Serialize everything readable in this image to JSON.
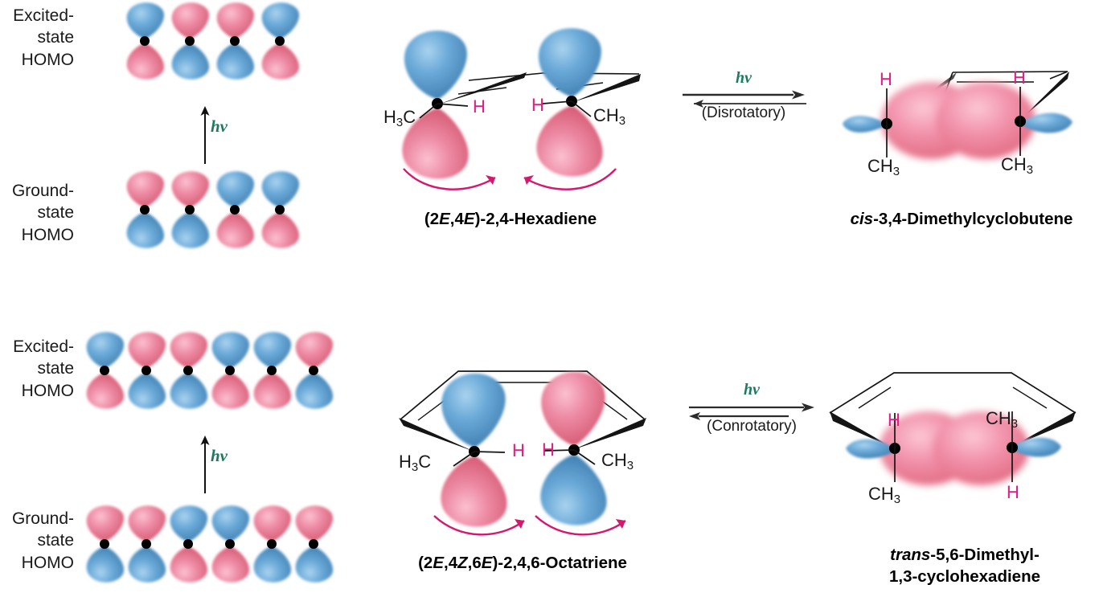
{
  "figure": {
    "title": "Photochemical electrocyclic reactions - HOMO analysis",
    "colors": {
      "lobe_blue": "#5e9ed0",
      "lobe_pink": "#e8718f",
      "hv_green": "#1e7a5e",
      "label_pink": "#e01e84",
      "arrow_pink": "#d4186f",
      "bond_black": "#141414"
    }
  },
  "panels": {
    "top": {
      "orbital_diagram": {
        "excited_label": "Excited-\nstate\nHOMO",
        "ground_label": "Ground-\nstate\nHOMO",
        "hv_label": "hν",
        "excited_state_top_lobes": [
          "blue",
          "pink",
          "pink",
          "blue"
        ],
        "ground_state_top_lobes": [
          "pink",
          "pink",
          "blue",
          "blue"
        ],
        "orbital_count": 4
      },
      "reactant": {
        "caption_prefix": "(2",
        "caption": "(2E,4E)-2,4-Hexadiene",
        "left_substituent": "H3C",
        "left_h": "H",
        "right_substituent": "CH3",
        "right_h": "H",
        "left_top_lobe": "blue",
        "left_bottom_lobe": "pink",
        "right_top_lobe": "blue",
        "right_bottom_lobe": "pink",
        "rotation": "disrotatory"
      },
      "arrow": {
        "top_label": "hν",
        "bottom_label": "(Disrotatory)"
      },
      "product": {
        "caption": "cis-3,4-Dimethylcyclobutene",
        "caption_italic_part": "cis",
        "caption_rest": "-3,4-Dimethylcyclobutene",
        "left_up": "H",
        "left_down": "CH3",
        "right_up": "H",
        "right_down": "CH3"
      }
    },
    "bottom": {
      "orbital_diagram": {
        "excited_label": "Excited-\nstate\nHOMO",
        "ground_label": "Ground-\nstate\nHOMO",
        "hv_label": "hν",
        "excited_state_top_lobes": [
          "blue",
          "pink",
          "pink",
          "blue",
          "blue",
          "pink"
        ],
        "ground_state_top_lobes": [
          "pink",
          "pink",
          "blue",
          "blue",
          "pink",
          "pink"
        ],
        "orbital_count": 6
      },
      "reactant": {
        "caption": "(2E,4Z,6E)-2,4,6-Octatriene",
        "left_substituent": "H3C",
        "left_h": "H",
        "right_substituent": "CH3",
        "right_h": "H",
        "left_top_lobe": "blue",
        "left_bottom_lobe": "pink",
        "right_top_lobe": "pink",
        "right_bottom_lobe": "blue",
        "rotation": "conrotatory"
      },
      "arrow": {
        "top_label": "hν",
        "bottom_label": "(Conrotatory)"
      },
      "product": {
        "caption_line1": "trans-5,6-Dimethyl-",
        "caption_line2": "1,3-cyclohexadiene",
        "caption_italic_part": "trans",
        "caption_rest_line1": "-5,6-Dimethyl-",
        "left_up": "H",
        "left_down": "CH3",
        "right_up": "CH3",
        "right_down": "H"
      }
    }
  }
}
